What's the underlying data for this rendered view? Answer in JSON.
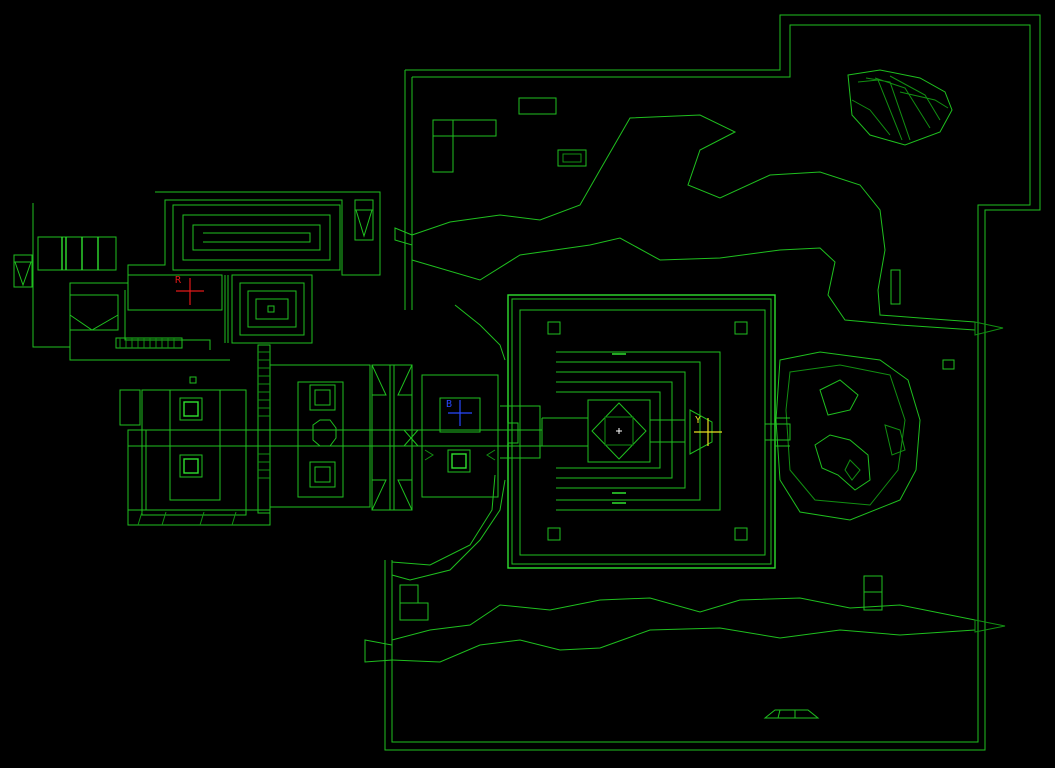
{
  "view": "automap",
  "colors": {
    "background": "#000000",
    "wall": "#1fbf1f",
    "wall_bright": "#2fdf2f",
    "wall_dim": "#128f12",
    "key_red": "#e01818",
    "key_blue": "#2848ff",
    "key_yellow": "#e8e020",
    "player": "#ffffff"
  },
  "markers": {
    "red": {
      "label": "R",
      "icon": "red-key-crosshair-icon"
    },
    "blue": {
      "label": "B",
      "icon": "blue-key-crosshair-icon"
    },
    "yellow": {
      "label": "Y",
      "icon": "yellow-key-crosshair-icon"
    }
  },
  "player_icon": "player-crosshair-icon"
}
